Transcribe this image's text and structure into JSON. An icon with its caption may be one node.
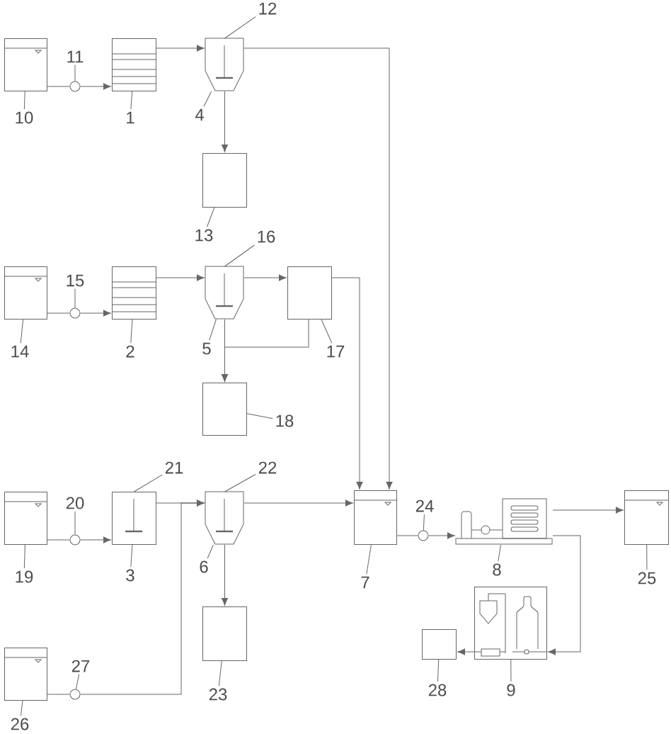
{
  "diagram": {
    "nodes": [
      {
        "text": [],
        "shape": "box"
      },
      {
        "text": [],
        "shape": "circle"
      },
      {
        "text": [],
        "shape": "box"
      },
      {
        "text": [],
        "shape": "hopper"
      },
      {
        "text": [],
        "shape": "box"
      },
      {
        "text": [],
        "shape": "box"
      },
      {
        "text": [],
        "shape": "circle"
      },
      {
        "text": [],
        "shape": "box"
      },
      {
        "text": [],
        "shape": "hopper"
      },
      {
        "text": [],
        "shape": "box"
      },
      {
        "text": [],
        "shape": "box"
      },
      {
        "text": [],
        "shape": "box"
      },
      {
        "text": [],
        "shape": "circle"
      },
      {
        "text": [],
        "shape": "box"
      },
      {
        "text": [],
        "shape": "hopper"
      },
      {
        "text": [],
        "shape": "box"
      },
      {
        "text": [],
        "shape": "circle"
      },
      {
        "text": [],
        "shape": "picture"
      },
      {
        "text": [],
        "shape": "box"
      },
      {
        "text": [],
        "shape": "box"
      },
      {
        "text": [],
        "shape": "box"
      },
      {
        "text": [],
        "shape": "box"
      },
      {
        "text": [],
        "shape": "box"
      },
      {
        "text": [],
        "shape": "circle"
      },
      {
        "text": [
          "10"
        ]
      },
      {
        "text": [
          "11"
        ]
      },
      {
        "text": [
          "1"
        ]
      },
      {
        "text": [
          "12"
        ]
      },
      {
        "text": [
          "4"
        ]
      },
      {
        "text": [
          "13"
        ]
      },
      {
        "text": [
          "16"
        ]
      },
      {
        "text": [
          "15"
        ]
      },
      {
        "text": [
          "14"
        ]
      },
      {
        "text": [
          "2"
        ]
      },
      {
        "text": [
          "5"
        ]
      },
      {
        "text": [
          "17"
        ]
      },
      {
        "text": [
          "18"
        ]
      },
      {
        "text": [
          "21"
        ]
      },
      {
        "text": [
          "22"
        ]
      },
      {
        "text": [
          "20"
        ]
      },
      {
        "text": [
          "24"
        ]
      },
      {
        "text": [
          "19"
        ]
      },
      {
        "text": [
          "3"
        ]
      },
      {
        "text": [
          "6"
        ]
      },
      {
        "text": [
          "7"
        ]
      },
      {
        "text": [
          "8"
        ]
      },
      {
        "text": [
          "25"
        ]
      },
      {
        "text": [
          "23"
        ]
      },
      {
        "text": [
          "28"
        ]
      },
      {
        "text": [
          "9"
        ]
      },
      {
        "text": [
          "27"
        ]
      },
      {
        "text": [
          "26"
        ]
      }
    ],
    "edges": [
      {
        "from": 0,
        "to": 1,
        "arrow": "none"
      },
      {
        "from": 1,
        "to": 2,
        "arrow": "to"
      },
      {
        "from": 2,
        "to": 3,
        "arrow": "to"
      },
      {
        "from": 3,
        "to": 4,
        "arrow": "to"
      },
      {
        "from": 3,
        "to": 15,
        "arrow": "to"
      },
      {
        "from": 5,
        "to": 6,
        "arrow": "none"
      },
      {
        "from": 6,
        "to": 7,
        "arrow": "to"
      },
      {
        "from": 7,
        "to": 8,
        "arrow": "to"
      },
      {
        "from": 8,
        "to": 9,
        "arrow": "to"
      },
      {
        "from": 9,
        "to": 10,
        "arrow": "to"
      },
      {
        "from": 8,
        "to": 10,
        "arrow": "to"
      },
      {
        "from": 9,
        "to": 15,
        "arrow": "to"
      },
      {
        "from": 11,
        "to": 12,
        "arrow": "none"
      },
      {
        "from": 12,
        "to": 13,
        "arrow": "to"
      },
      {
        "from": 13,
        "to": 14,
        "arrow": "to"
      },
      {
        "from": 23,
        "to": 14,
        "arrow": "to"
      },
      {
        "from": 22,
        "to": 23,
        "arrow": "none"
      },
      {
        "from": 14,
        "to": 19,
        "arrow": "to"
      },
      {
        "from": 14,
        "to": 15,
        "arrow": "to"
      },
      {
        "from": 15,
        "to": 16,
        "arrow": "none"
      },
      {
        "from": 16,
        "to": 17,
        "arrow": "to"
      },
      {
        "from": 17,
        "to": 18,
        "arrow": "to"
      },
      {
        "from": 17,
        "to": 20,
        "arrow": "to"
      },
      {
        "from": 20,
        "to": 21,
        "arrow": "to"
      },
      {
        "from": 24,
        "to": 0,
        "arrow": "none"
      },
      {
        "from": 25,
        "to": 1,
        "arrow": "none"
      },
      {
        "from": 26,
        "to": 2,
        "arrow": "none"
      },
      {
        "from": 27,
        "to": 3,
        "arrow": "none"
      },
      {
        "from": 28,
        "to": 3,
        "arrow": "none"
      },
      {
        "from": 29,
        "to": 4,
        "arrow": "none"
      },
      {
        "from": 30,
        "to": 8,
        "arrow": "none"
      },
      {
        "from": 31,
        "to": 6,
        "arrow": "none"
      },
      {
        "from": 32,
        "to": 5,
        "arrow": "none"
      },
      {
        "from": 33,
        "to": 7,
        "arrow": "none"
      },
      {
        "from": 34,
        "to": 8,
        "arrow": "none"
      },
      {
        "from": 35,
        "to": 9,
        "arrow": "none"
      },
      {
        "from": 36,
        "to": 10,
        "arrow": "none"
      },
      {
        "from": 37,
        "to": 13,
        "arrow": "none"
      },
      {
        "from": 38,
        "to": 14,
        "arrow": "none"
      },
      {
        "from": 39,
        "to": 12,
        "arrow": "none"
      },
      {
        "from": 40,
        "to": 16,
        "arrow": "none"
      },
      {
        "from": 41,
        "to": 11,
        "arrow": "none"
      },
      {
        "from": 42,
        "to": 13,
        "arrow": "none"
      },
      {
        "from": 43,
        "to": 14,
        "arrow": "none"
      },
      {
        "from": 44,
        "to": 15,
        "arrow": "none"
      },
      {
        "from": 45,
        "to": 17,
        "arrow": "none"
      },
      {
        "from": 46,
        "to": 18,
        "arrow": "none"
      },
      {
        "from": 47,
        "to": 19,
        "arrow": "none"
      },
      {
        "from": 48,
        "to": 21,
        "arrow": "none"
      },
      {
        "from": 49,
        "to": 20,
        "arrow": "none"
      },
      {
        "from": 50,
        "to": 23,
        "arrow": "none"
      },
      {
        "from": 51,
        "to": 22,
        "arrow": "none"
      }
    ]
  }
}
